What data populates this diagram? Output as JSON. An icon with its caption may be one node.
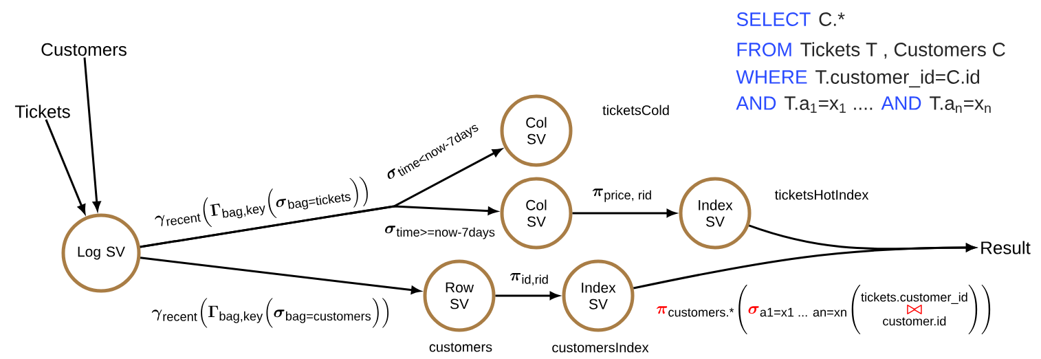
{
  "diagram": {
    "nodes": [
      {
        "text": [
          "Customers"
        ]
      },
      {
        "text": [
          "Tickets"
        ]
      },
      {
        "text": [
          "Log SV"
        ]
      },
      {
        "text": [
          "Col SV"
        ],
        "beside": [
          "ticketsCold"
        ]
      },
      {
        "text": [
          "Col SV"
        ]
      },
      {
        "text": [
          "Index SV"
        ],
        "beside": [
          "ticketsHotIndex"
        ]
      },
      {
        "text": [
          "Row SV"
        ],
        "beside": [
          "customers"
        ]
      },
      {
        "text": [
          "Index SV"
        ],
        "beside": [
          "customersIndex"
        ]
      },
      {
        "text": [
          "Result"
        ]
      }
    ],
    "edges": [
      {
        "from": 0,
        "to": 2,
        "arrow": "to"
      },
      {
        "from": 1,
        "to": 2,
        "arrow": "to"
      },
      {
        "from": 2,
        "to": 3,
        "arrow": "to",
        "label": "\\boldsymbol{\\sigma}_{\\text{time<now-7days}}"
      },
      {
        "from": 2,
        "to": 4,
        "arrow": "to",
        "label": "\\boldsymbol{\\sigma}_{\\text{time>=now-7days}}"
      },
      {
        "from": 2,
        "to": 6,
        "arrow": "to",
        "label": "\\boldsymbol{\\gamma}_{\\text{recent}}\\Big(\\boldsymbol{\\Gamma}_{\\text{bag,key}}\\Big(\\boldsymbol{\\sigma}_{\\text{bag=customers}}\\Big)\\Big)"
      },
      {
        "from": 4,
        "to": 5,
        "arrow": "to",
        "label": "\\boldsymbol{\\pi}_{\\text{price, rid}}"
      },
      {
        "from": 6,
        "to": 7,
        "arrow": "to",
        "label": "\\boldsymbol{\\pi}_{\\text{id,rid}}"
      },
      {
        "from": 5,
        "to": 8,
        "arrow": "to"
      },
      {
        "from": 7,
        "to": 8,
        "arrow": "to",
        "label": "\\textcolor{red}{\\boldsymbol{\\pi}}_{\\text{customers.*}}\\Bigg(\\textcolor{red}{\\boldsymbol{\\sigma}}_{\\text{a1=x1 ... an=xn}}\\Bigg(\\underset{\\text{customer.id}}{\\overset{\\text{tickets.customer\\_id}}{\\textcolor{red}{\\boldsymbol{\\bowtie}}}}\\Bigg)\\Bigg)"
      }
    ],
    "labels": [
      "SELECT",
      "C.*",
      "FROM",
      "Tickets T , Customers C",
      "WHERE",
      "T.customer_id=C.id",
      "AND",
      "T.a$_{1}$=x$_{1}$ ....",
      "AND",
      "T.a$_{n}$=x$_{n}$",
      "\\boldsymbol{\\gamma}_{\\text{recent}}\\Big(\\boldsymbol{\\Gamma}_{\\text{bag,key}}\\Big(\\boldsymbol{\\sigma}_{\\text{bag=tickets}}\\Big)\\Big)"
    ]
  }
}
